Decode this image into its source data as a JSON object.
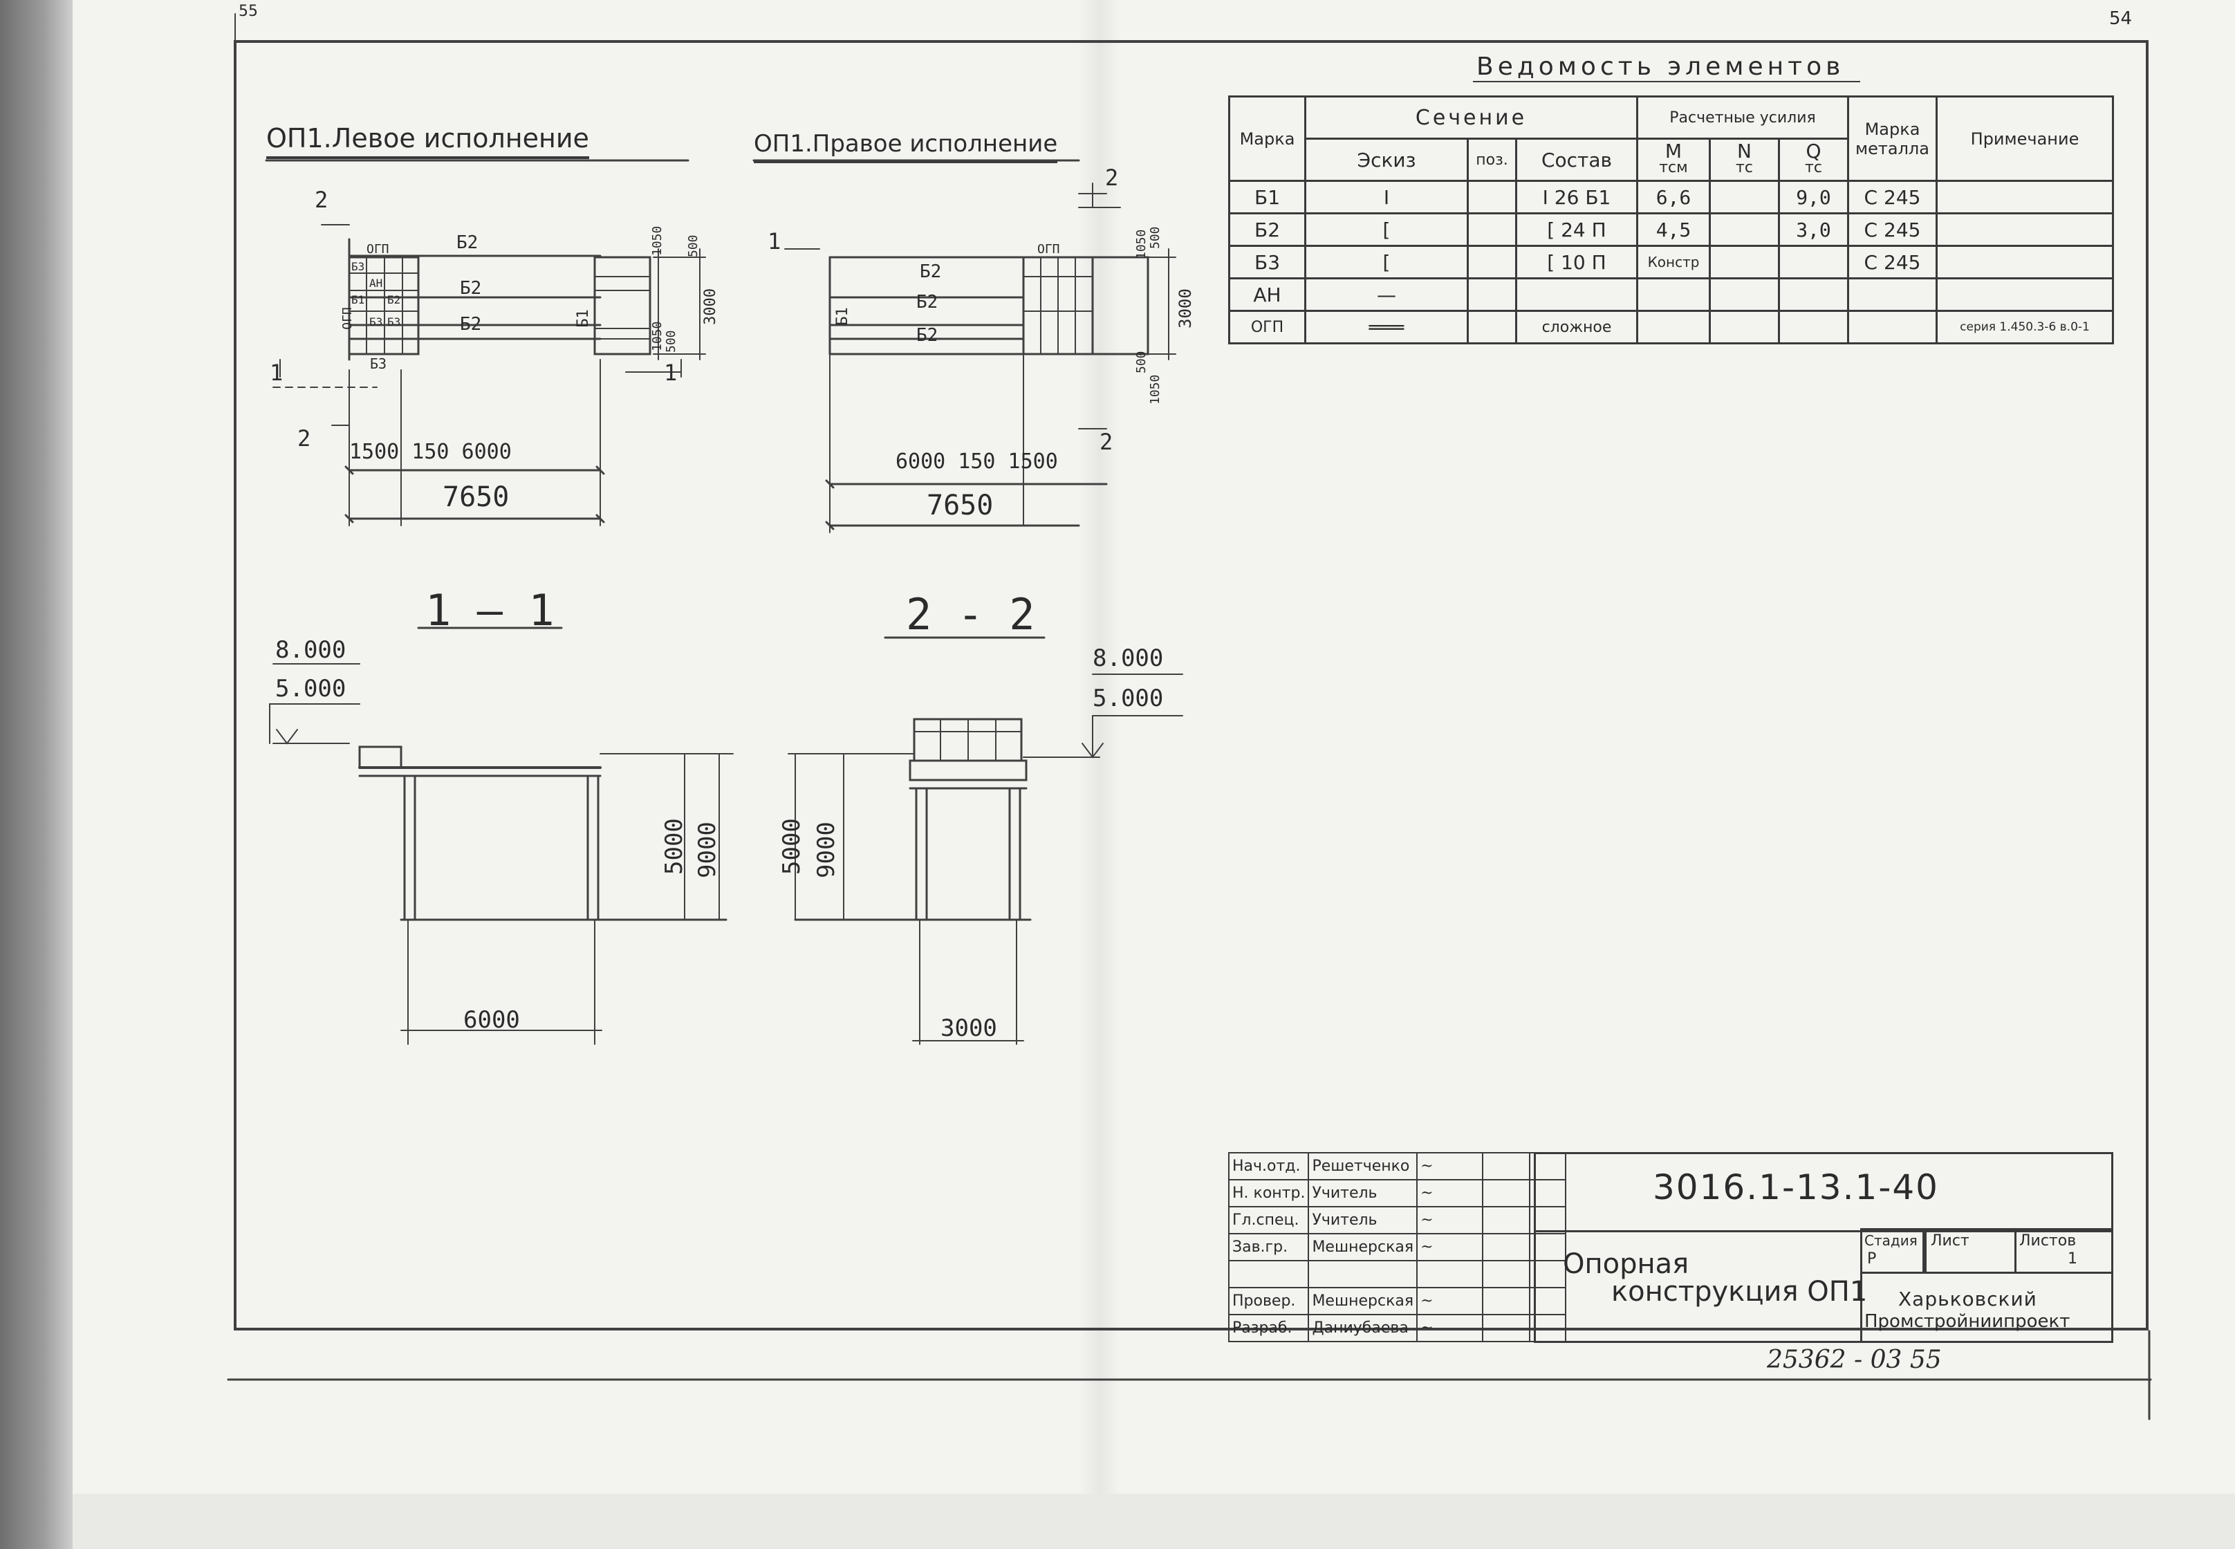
{
  "sheet_mark": "55",
  "sheet_mark_right": "54",
  "views": {
    "left_title": "ОП1.Левое исполнение",
    "right_title": "ОП1.Правое исполнение",
    "section_1": "1 — 1",
    "section_2": "2 - 2"
  },
  "left_plan": {
    "cut_2": "2",
    "cut_1": "1",
    "ogp": "ОГП",
    "ogp_side": "ОГП",
    "b2_top": "Б2",
    "b2_mid": "Б2",
    "b2_bot": "Б2",
    "b1": "Б1",
    "b3": "Б3",
    "cells": [
      "Б3",
      "АН",
      "Б1",
      "Б2",
      "Б3",
      "Б3"
    ],
    "dims_right": [
      "1050",
      "500",
      "3000",
      "500",
      "1050"
    ],
    "dim_bottom": "1500  150  6000",
    "dim_total": "7650"
  },
  "right_plan": {
    "cut_1": "1",
    "cut_2": "2",
    "ogp": "ОГП",
    "b2_top": "Б2",
    "b2_mid": "Б2",
    "b2_bot": "Б2",
    "b1": "Б1",
    "dims_right": [
      "1050",
      "500",
      "3000",
      "500",
      "1050"
    ],
    "dim_bottom": "6000   150  1500",
    "dim_total": "7650"
  },
  "section_1_1": {
    "elev_top": "8.000",
    "elev_bot": "5.000",
    "dim_5000": "5000",
    "dim_9000": "9000",
    "dim_6000": "6000"
  },
  "section_2_2": {
    "elev_top": "8.000",
    "elev_bot": "5.000",
    "dim_5000": "5000",
    "dim_9000": "9000",
    "dim_3000": "3000"
  },
  "vedomost": {
    "title": "Ведомость элементов",
    "headers": {
      "marka": "Марка",
      "sechenie": "Сечение",
      "usiliya": "Расчетные усилия",
      "marka_metalla": "Марка металла",
      "primechanie": "Примечание",
      "eskiz": "Эскиз",
      "poz": "поз.",
      "sostav": "Состав",
      "m": "M",
      "m_unit": "тсм",
      "n": "N",
      "n_unit": "тс",
      "q": "Q",
      "q_unit": "тс"
    },
    "rows": [
      {
        "marka": "Б1",
        "eskiz": "I",
        "poz": "",
        "sostav": "I 26 Б1",
        "m": "6,6",
        "n": "",
        "q": "9,0",
        "metal": "С 245",
        "note": ""
      },
      {
        "marka": "Б2",
        "eskiz": "[",
        "poz": "",
        "sostav": "[ 24 П",
        "m": "4,5",
        "n": "",
        "q": "3,0",
        "metal": "С 245",
        "note": ""
      },
      {
        "marka": "Б3",
        "eskiz": "[",
        "poz": "",
        "sostav": "[ 10 П",
        "m": "Констр",
        "n": "",
        "q": "",
        "metal": "С 245",
        "note": ""
      },
      {
        "marka": "АН",
        "eskiz": "—",
        "poz": "",
        "sostav": "",
        "m": "",
        "n": "",
        "q": "",
        "metal": "",
        "note": ""
      },
      {
        "marka": "ОГП",
        "eskiz": "═══",
        "poz": "",
        "sostav": "сложное",
        "m": "",
        "n": "",
        "q": "",
        "metal": "",
        "note": "серия 1.450.3-6 в.0-1"
      }
    ]
  },
  "title_block": {
    "doc_number": "3016.1-13.1-40",
    "rows": [
      {
        "role": "Нач.отд.",
        "name": "Решетченко"
      },
      {
        "role": "Н. контр.",
        "name": "Учитель"
      },
      {
        "role": "Гл.спец.",
        "name": "Учитель"
      },
      {
        "role": "Зав.гр.",
        "name": "Мешнерская"
      },
      {
        "role": "",
        "name": ""
      },
      {
        "role": "Провер.",
        "name": "Мешнерская"
      },
      {
        "role": "Разраб.",
        "name": "Даниубаева"
      }
    ],
    "object_name_1": "Опорная",
    "object_name_2": "конструкция ОП1",
    "stadiya_label": "Стадия",
    "list_label": "Лист",
    "listov_label": "Листов",
    "stadiya_value": "Р",
    "listov_value": "1",
    "org_1": "Харьковский",
    "org_2": "Промстройниипроект",
    "archive_number": "25362 - 03   55"
  }
}
